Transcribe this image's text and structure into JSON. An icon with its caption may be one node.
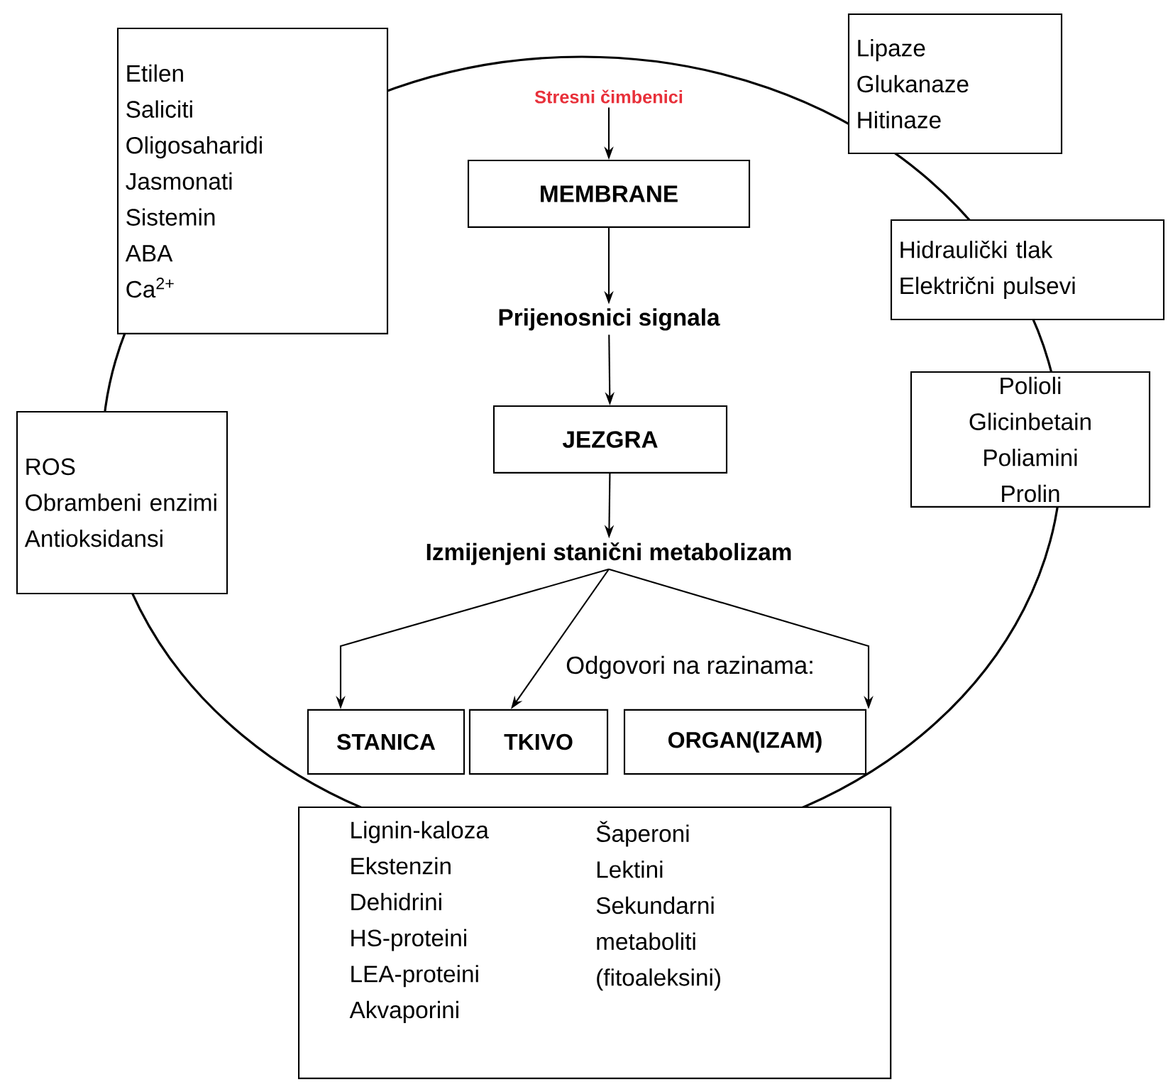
{
  "diagram": {
    "nodes": [
      {
        "text": [
          "Stresni čimbenici"
        ]
      },
      {
        "text": [
          "MEMBRANE"
        ]
      },
      {
        "text": [
          "Prijenosnici signala"
        ]
      },
      {
        "text": [
          "JEZGRA"
        ]
      },
      {
        "text": [
          "Izmijenjeni stanični metabolizam"
        ]
      },
      {
        "text": [
          "STANICA"
        ]
      },
      {
        "text": [
          "TKIVO"
        ]
      },
      {
        "text": [
          "ORGAN(IZAM)"
        ]
      },
      {
        "text": [
          "Etilen",
          "Saliciti",
          "Oligosaharidi",
          "Jasmonati",
          "Sistemin",
          "ABA",
          "Ca$^{2+}$"
        ]
      },
      {
        "text": [
          "Lipaze",
          "Glukanaze",
          "Hitinaze"
        ]
      },
      {
        "text": [
          "Hidraulički tlak",
          "Električni pulsevi"
        ]
      },
      {
        "text": [
          "Polioli",
          "Glicinbetain",
          "Poliamini",
          "Prolin"
        ]
      },
      {
        "text": [
          "ROS",
          "Obrambeni enzimi",
          "Antioksidansi"
        ]
      },
      {
        "text": [
          "Lignin-kaloza",
          "Ekstenzin",
          "Dehidrini",
          "HS-proteini",
          "LEA-proteini",
          "Akvaporini",
          "Šaperoni",
          "Lektini",
          "Sekundarni metaboliti (fitoaleksini)"
        ]
      }
    ],
    "edges": [
      {
        "from": 0,
        "to": 1,
        "arrow": "to"
      },
      {
        "from": 1,
        "to": 2,
        "arrow": "to"
      },
      {
        "from": 2,
        "to": 3,
        "arrow": "to"
      },
      {
        "from": 3,
        "to": 4,
        "arrow": "to"
      },
      {
        "from": 4,
        "to": 5,
        "arrow": "to"
      },
      {
        "from": 4,
        "to": 6,
        "arrow": "to"
      },
      {
        "from": 4,
        "to": 7,
        "arrow": "to"
      }
    ],
    "labels": [
      "Odgovori na razinama:"
    ]
  }
}
